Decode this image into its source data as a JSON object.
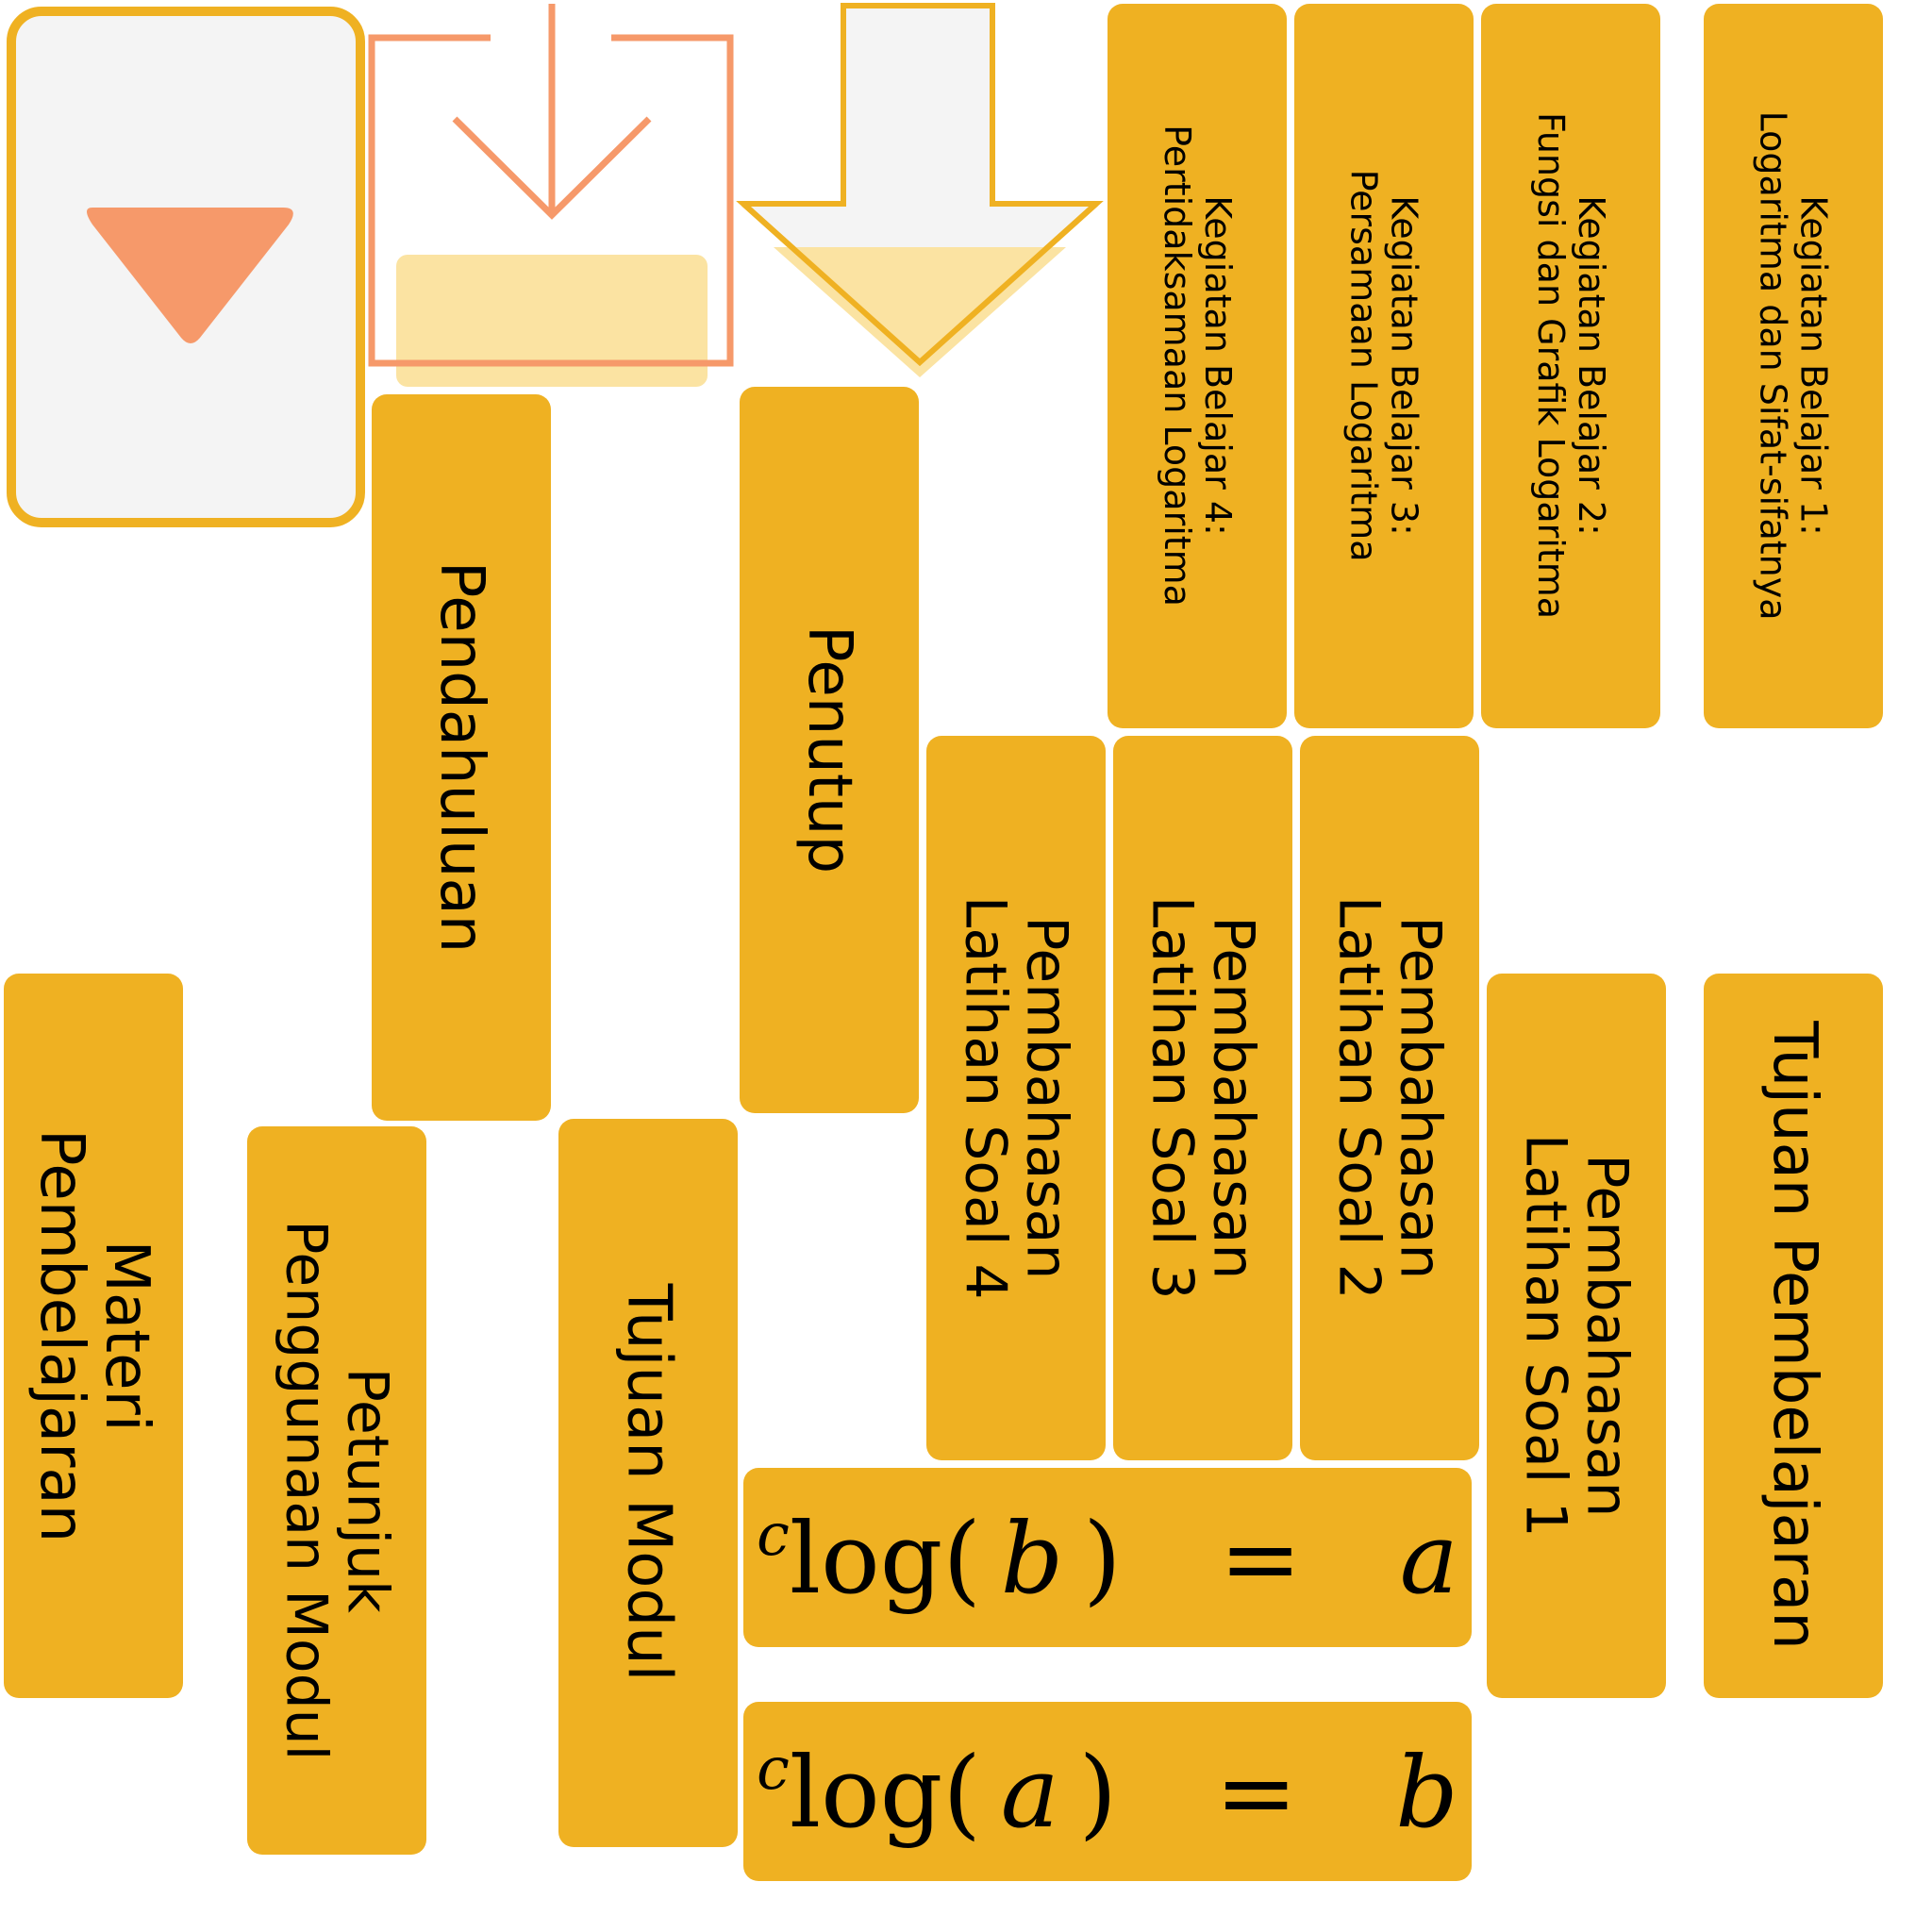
{
  "colors": {
    "tile": "#efb122",
    "accent_orange": "#f6996a",
    "light_yellow": "#fbe3a2",
    "panel_gray": "#f4f4f4"
  },
  "icons": {
    "dropdown": "dropdown-triangle-icon",
    "download": "download-tray-icon",
    "arrow": "big-down-arrow-icon"
  },
  "menu": {
    "pendahuluan": "Pendahuluan",
    "penutup": "Penutup",
    "kb4_line1": "Kegiatan Belajar 4:",
    "kb4_line2": "Pertidaksamaan Logaritma",
    "kb3_line1": "Kegiatan Belajar 3:",
    "kb3_line2": "Persamaan Logaritma",
    "kb2_line1": "Kegiatan Belajar 2:",
    "kb2_line2": "Fungsi dan Grafik Logaritma",
    "kb1_line1": "Kegiatan Belajar 1:",
    "kb1_line2": "Logaritma dan Sifat-sifatnya",
    "pemb4_line1": "Pembahasan",
    "pemb4_line2": "Latihan Soal 4",
    "pemb3_line1": "Pembahasan",
    "pemb3_line2": "Latihan Soal 3",
    "pemb2_line1": "Pembahasan",
    "pemb2_line2": "Latihan Soal 2",
    "pemb1_line1": "Pembahasan",
    "pemb1_line2": "Latihan Soal 1",
    "materi_line1": "Materi",
    "materi_line2": "Pembelajaran",
    "petunjuk_line1": "Petunjuk",
    "petunjuk_line2": "Penggunaan Modul",
    "tujuan_modul": "Tujuan Modul",
    "tujuan_pembelajaran": "Tujuan Pembelajaran"
  },
  "formulas": {
    "f1": {
      "base": "c",
      "fn": "log(",
      "arg": "b",
      "close": ")",
      "eq": "=",
      "rhs": "a"
    },
    "f2": {
      "base": "c",
      "fn": "log(",
      "arg": "a",
      "close": ")",
      "eq": "=",
      "rhs": "b"
    }
  }
}
